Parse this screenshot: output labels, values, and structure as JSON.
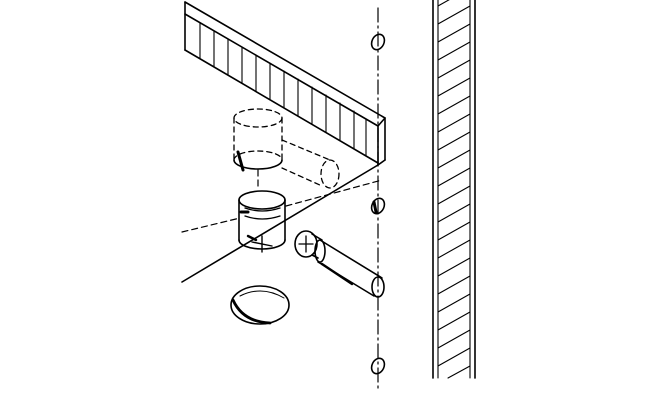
{
  "figure": {
    "kind": "exploded-assembly-line-drawing",
    "line_color": "#000000",
    "background": "#ffffff",
    "parts": [
      {
        "id": "shelf-panel",
        "icon": "panel-with-edge-hatching-icon"
      },
      {
        "id": "bore-hole",
        "icon": "dashed-cylinder-icon"
      },
      {
        "id": "dowel-channel",
        "icon": "dashed-channel-icon"
      },
      {
        "id": "cam-lock",
        "icon": "cam-lock-fitting-icon"
      },
      {
        "id": "cover-cap",
        "icon": "round-cap-icon"
      },
      {
        "id": "connecting-bolt",
        "icon": "cam-bolt-icon"
      },
      {
        "id": "side-panel",
        "icon": "hatched-side-panel-icon"
      },
      {
        "id": "center-line",
        "icon": "dash-dot-axis-icon"
      },
      {
        "id": "mounting-holes",
        "icon": "oval-hole-icon"
      }
    ]
  }
}
